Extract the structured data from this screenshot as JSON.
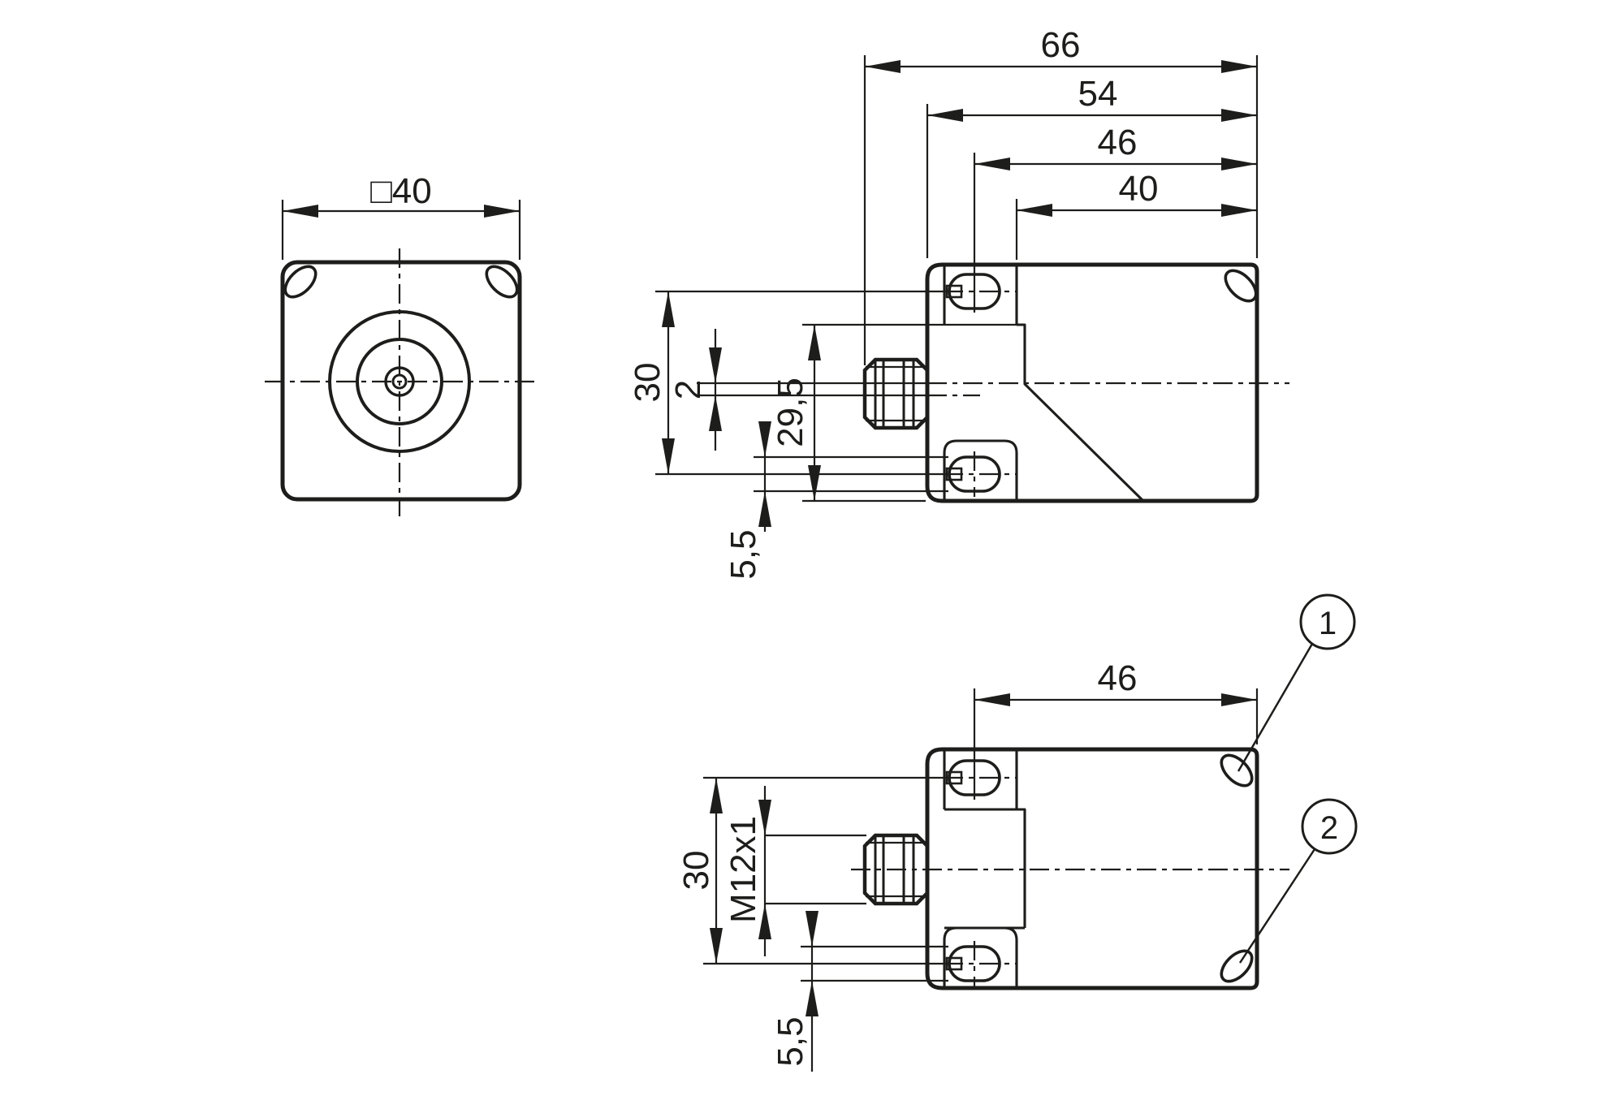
{
  "colors": {
    "ink": "#1d1d1b",
    "background": "#ffffff"
  },
  "drawing_type": "sensor dimensional drawing",
  "views": {
    "front": {
      "dims": {
        "face_width": "□40"
      }
    },
    "side_top": {
      "dims": {
        "overall_length": "66",
        "housing_length": "54",
        "slot_center_to_face": "46",
        "flange_to_face": "40",
        "slot_spacing": "30",
        "axis_offset": "2",
        "rear_height": "29,5",
        "slot_width": "5,5"
      }
    },
    "side_bottom": {
      "dims": {
        "slot_center_to_face": "46",
        "slot_spacing": "30",
        "connector_thread": "M12x1",
        "slot_width": "5,5"
      },
      "callouts": {
        "one": "1",
        "two": "2"
      }
    }
  }
}
